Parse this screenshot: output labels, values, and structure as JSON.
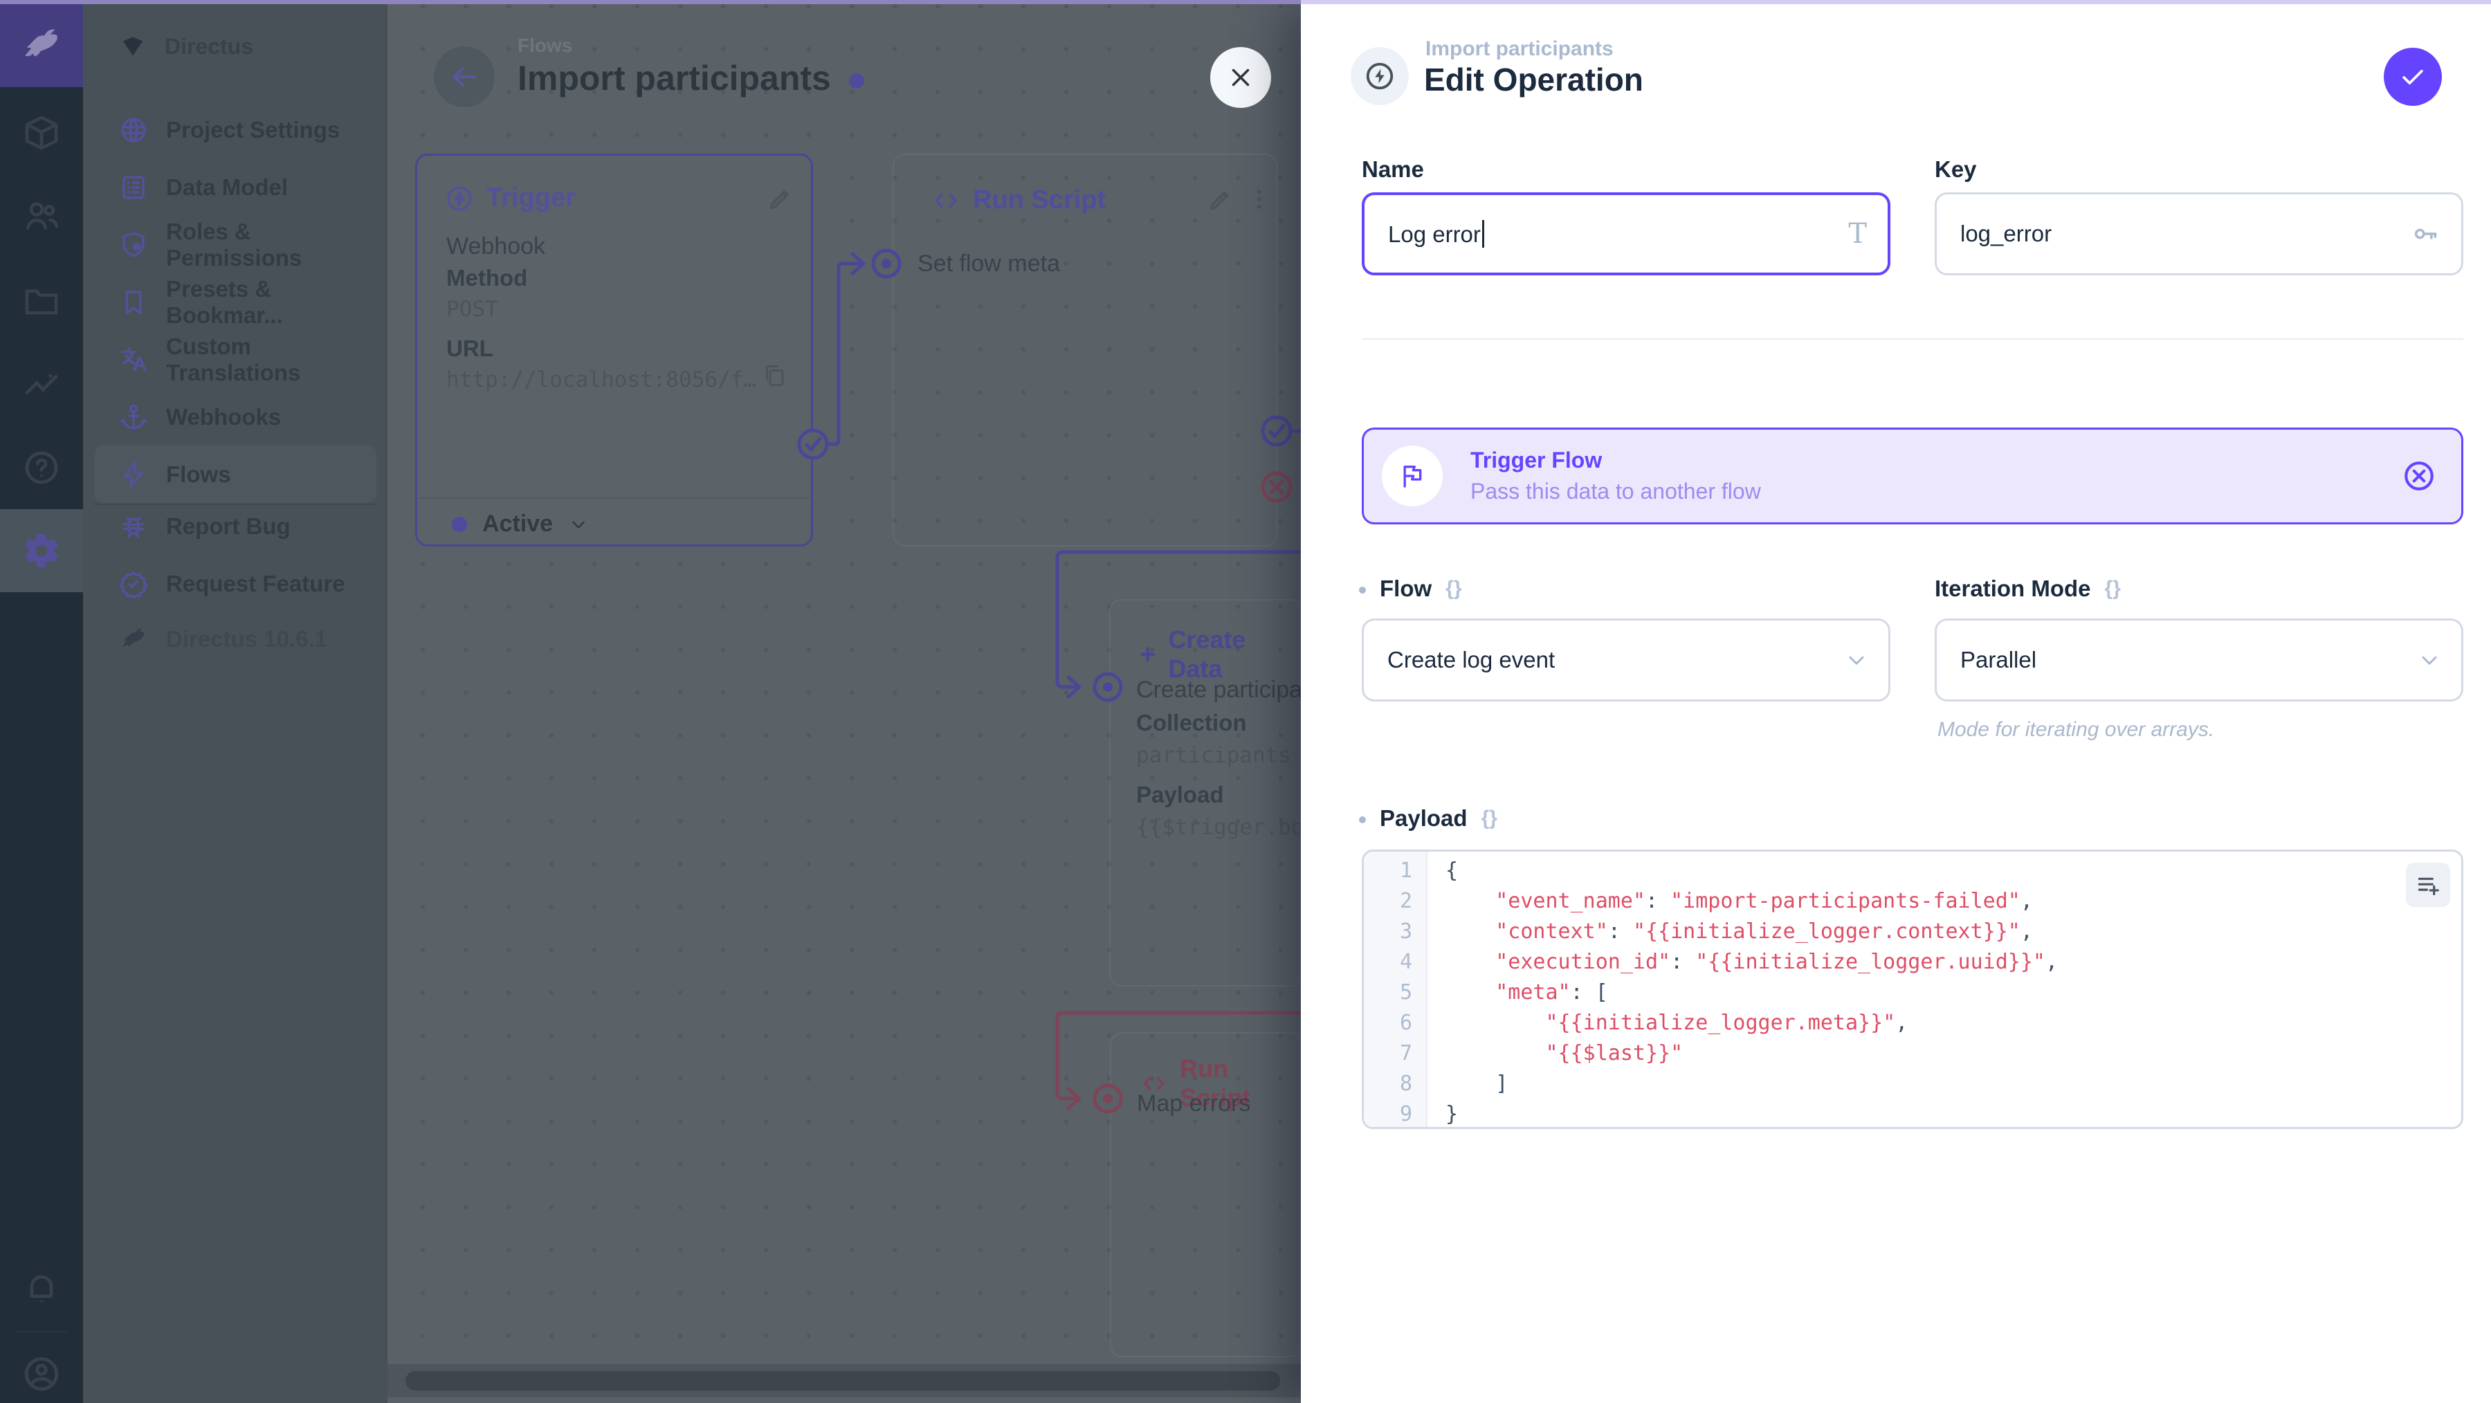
{
  "accent": "#6644ff",
  "module_bar": {
    "modules": [
      "Collections",
      "User Directory",
      "File Library",
      "Insights",
      "Documentation",
      "Settings"
    ],
    "bottom": [
      "Notifications",
      "Account"
    ]
  },
  "sidebar": {
    "project_name": "Directus",
    "items": [
      {
        "label": "Project Settings"
      },
      {
        "label": "Data Model"
      },
      {
        "label": "Roles & Permissions"
      },
      {
        "label": "Presets & Bookmar..."
      },
      {
        "label": "Custom Translations"
      },
      {
        "label": "Webhooks"
      },
      {
        "label": "Flows"
      }
    ],
    "footer_items": [
      {
        "label": "Report Bug"
      },
      {
        "label": "Request Feature"
      }
    ],
    "version": "Directus 10.6.1"
  },
  "canvas": {
    "breadcrumb": "Flows",
    "title": "Import participants",
    "trigger_panel": {
      "title": "Trigger",
      "subtitle": "Webhook",
      "method_label": "Method",
      "method": "POST",
      "url_label": "URL",
      "url": "http://localhost:8056/f…",
      "status": "Active"
    },
    "run_script_panel": {
      "title": "Run Script",
      "name": "Set flow meta"
    },
    "create_data_panel": {
      "title": "Create Data",
      "name": "Create participant",
      "collection_label": "Collection",
      "collection": "participants",
      "payload_label": "Payload",
      "payload_preview": "{{$trigger.bod"
    },
    "error_script_panel": {
      "title": "Run Script",
      "name": "Map errors"
    }
  },
  "drawer": {
    "breadcrumb": "Import participants",
    "title": "Edit Operation",
    "name_field": {
      "label": "Name",
      "value": "Log error"
    },
    "key_field": {
      "label": "Key",
      "value": "log_error"
    },
    "banner": {
      "title": "Trigger Flow",
      "subtitle": "Pass this data to another flow"
    },
    "flow_field": {
      "label": "Flow",
      "value": "Create log event"
    },
    "iteration_field": {
      "label": "Iteration Mode",
      "value": "Parallel",
      "note": "Mode for iterating over arrays."
    },
    "payload_field": {
      "label": "Payload",
      "lines": [
        [
          [
            "p",
            "{"
          ]
        ],
        [
          [
            "p",
            "    "
          ],
          [
            "s",
            "\"event_name\""
          ],
          [
            "p",
            ": "
          ],
          [
            "s",
            "\"import-participants-failed\""
          ],
          [
            "p",
            ","
          ]
        ],
        [
          [
            "p",
            "    "
          ],
          [
            "s",
            "\"context\""
          ],
          [
            "p",
            ": "
          ],
          [
            "s",
            "\"{{initialize_logger.context}}\""
          ],
          [
            "p",
            ","
          ]
        ],
        [
          [
            "p",
            "    "
          ],
          [
            "s",
            "\"execution_id\""
          ],
          [
            "p",
            ": "
          ],
          [
            "s",
            "\"{{initialize_logger.uuid}}\""
          ],
          [
            "p",
            ","
          ]
        ],
        [
          [
            "p",
            "    "
          ],
          [
            "s",
            "\"meta\""
          ],
          [
            "p",
            ": ["
          ]
        ],
        [
          [
            "p",
            "        "
          ],
          [
            "s",
            "\"{{initialize_logger.meta}}\""
          ],
          [
            "p",
            ","
          ]
        ],
        [
          [
            "p",
            "        "
          ],
          [
            "s",
            "\"{{$last}}\""
          ]
        ],
        [
          [
            "p",
            "    ]"
          ]
        ],
        [
          [
            "p",
            "}"
          ]
        ]
      ]
    }
  }
}
